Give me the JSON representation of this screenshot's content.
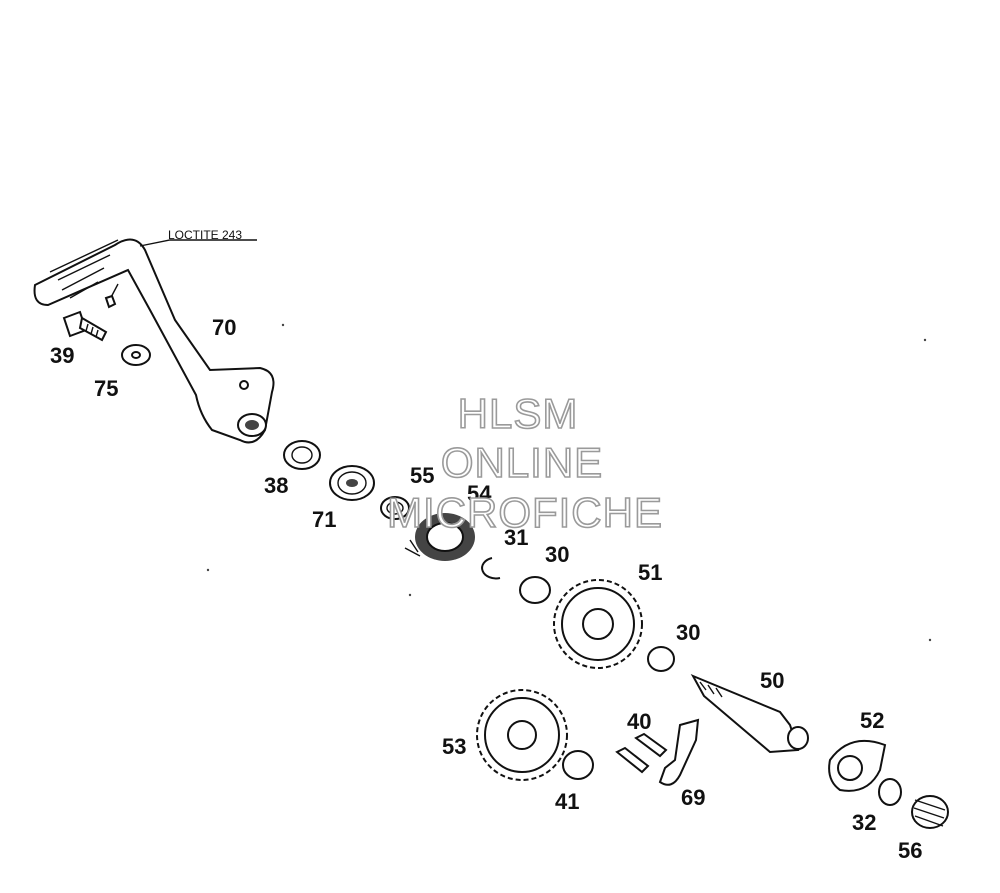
{
  "note": "LOCTITE 243",
  "watermark": [
    "HLSM",
    "ONLINE",
    "MICROFICHE"
  ],
  "callouts": {
    "c70": "70",
    "c39": "39",
    "c75": "75",
    "c38": "38",
    "c71": "71",
    "c55": "55",
    "c54": "54",
    "c31": "31",
    "c30a": "30",
    "c51": "51",
    "c30b": "30",
    "c50": "50",
    "c40": "40",
    "c53": "53",
    "c52": "52",
    "c41": "41",
    "c69": "69",
    "c32": "32",
    "c56": "56"
  }
}
